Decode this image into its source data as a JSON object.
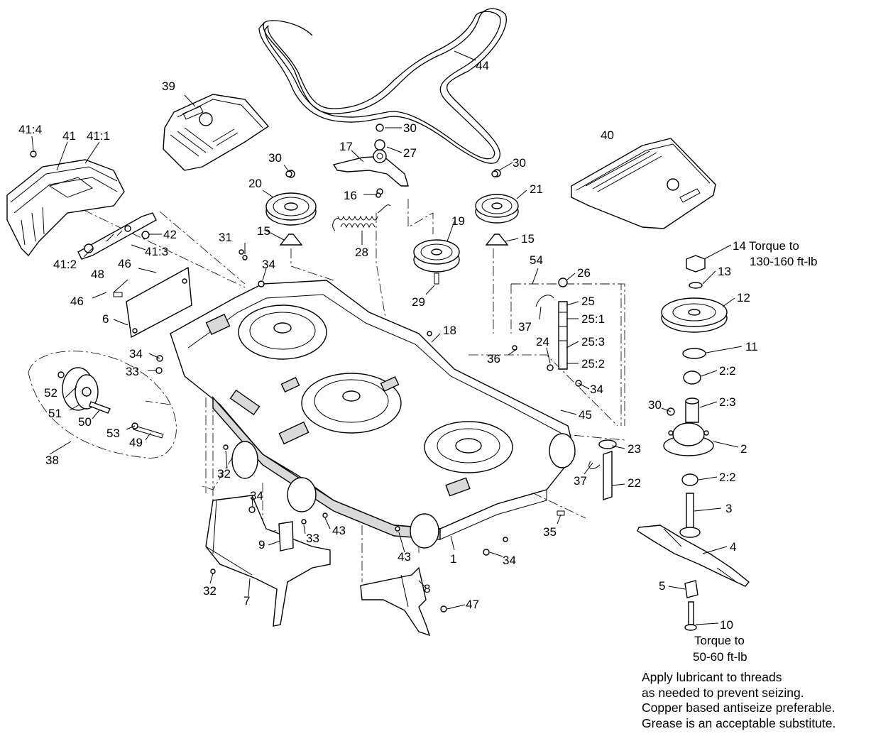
{
  "callouts": [
    {
      "id": "p1",
      "text": "1"
    },
    {
      "id": "p2",
      "text": "2"
    },
    {
      "id": "p2_2a",
      "text": "2:2"
    },
    {
      "id": "p2_3",
      "text": "2:3"
    },
    {
      "id": "p2_2b",
      "text": "2:2"
    },
    {
      "id": "p3",
      "text": "3"
    },
    {
      "id": "p4",
      "text": "4"
    },
    {
      "id": "p5",
      "text": "5"
    },
    {
      "id": "p6",
      "text": "6"
    },
    {
      "id": "p7",
      "text": "7"
    },
    {
      "id": "p8",
      "text": "8"
    },
    {
      "id": "p9",
      "text": "9"
    },
    {
      "id": "p10",
      "text": "10"
    },
    {
      "id": "p11",
      "text": "11"
    },
    {
      "id": "p12",
      "text": "12"
    },
    {
      "id": "p13",
      "text": "13"
    },
    {
      "id": "p14",
      "text": "14"
    },
    {
      "id": "p15a",
      "text": "15"
    },
    {
      "id": "p15b",
      "text": "15"
    },
    {
      "id": "p16",
      "text": "16"
    },
    {
      "id": "p17",
      "text": "17"
    },
    {
      "id": "p18",
      "text": "18"
    },
    {
      "id": "p19",
      "text": "19"
    },
    {
      "id": "p20",
      "text": "20"
    },
    {
      "id": "p21",
      "text": "21"
    },
    {
      "id": "p22",
      "text": "22"
    },
    {
      "id": "p23",
      "text": "23"
    },
    {
      "id": "p24",
      "text": "24"
    },
    {
      "id": "p25",
      "text": "25"
    },
    {
      "id": "p25_1",
      "text": "25:1"
    },
    {
      "id": "p25_3",
      "text": "25:3"
    },
    {
      "id": "p25_2",
      "text": "25:2"
    },
    {
      "id": "p26",
      "text": "26"
    },
    {
      "id": "p27",
      "text": "27"
    },
    {
      "id": "p28",
      "text": "28"
    },
    {
      "id": "p29",
      "text": "29"
    },
    {
      "id": "p30a",
      "text": "30"
    },
    {
      "id": "p30b",
      "text": "30"
    },
    {
      "id": "p30c",
      "text": "30"
    },
    {
      "id": "p30d",
      "text": "30"
    },
    {
      "id": "p31",
      "text": "31"
    },
    {
      "id": "p32a",
      "text": "32"
    },
    {
      "id": "p32b",
      "text": "32"
    },
    {
      "id": "p33a",
      "text": "33"
    },
    {
      "id": "p33b",
      "text": "33"
    },
    {
      "id": "p34a",
      "text": "34"
    },
    {
      "id": "p34b",
      "text": "34"
    },
    {
      "id": "p34c",
      "text": "34"
    },
    {
      "id": "p34d",
      "text": "34"
    },
    {
      "id": "p34e",
      "text": "34"
    },
    {
      "id": "p35",
      "text": "35"
    },
    {
      "id": "p36",
      "text": "36"
    },
    {
      "id": "p37a",
      "text": "37"
    },
    {
      "id": "p37b",
      "text": "37"
    },
    {
      "id": "p38",
      "text": "38"
    },
    {
      "id": "p39",
      "text": "39"
    },
    {
      "id": "p40",
      "text": "40"
    },
    {
      "id": "p41",
      "text": "41"
    },
    {
      "id": "p41_1",
      "text": "41:1"
    },
    {
      "id": "p41_2",
      "text": "41:2"
    },
    {
      "id": "p41_3",
      "text": "41:3"
    },
    {
      "id": "p41_4",
      "text": "41:4"
    },
    {
      "id": "p42",
      "text": "42"
    },
    {
      "id": "p43a",
      "text": "43"
    },
    {
      "id": "p43b",
      "text": "43"
    },
    {
      "id": "p44",
      "text": "44"
    },
    {
      "id": "p45",
      "text": "45"
    },
    {
      "id": "p46a",
      "text": "46"
    },
    {
      "id": "p46b",
      "text": "46"
    },
    {
      "id": "p47",
      "text": "47"
    },
    {
      "id": "p48",
      "text": "48"
    },
    {
      "id": "p49",
      "text": "49"
    },
    {
      "id": "p50",
      "text": "50"
    },
    {
      "id": "p51",
      "text": "51"
    },
    {
      "id": "p52",
      "text": "52"
    },
    {
      "id": "p53",
      "text": "53"
    },
    {
      "id": "p54",
      "text": "54"
    }
  ],
  "torque_notes": {
    "top_line1": "Torque to",
    "top_line2": "130-160 ft-lb",
    "bottom_line1": "Torque to",
    "bottom_line2": "50-60 ft-lb"
  },
  "lubricant_note": [
    "Apply lubricant to threads",
    "as needed to prevent seizing.",
    "Copper based antiseize preferable.",
    "Grease is an acceptable substitute."
  ]
}
